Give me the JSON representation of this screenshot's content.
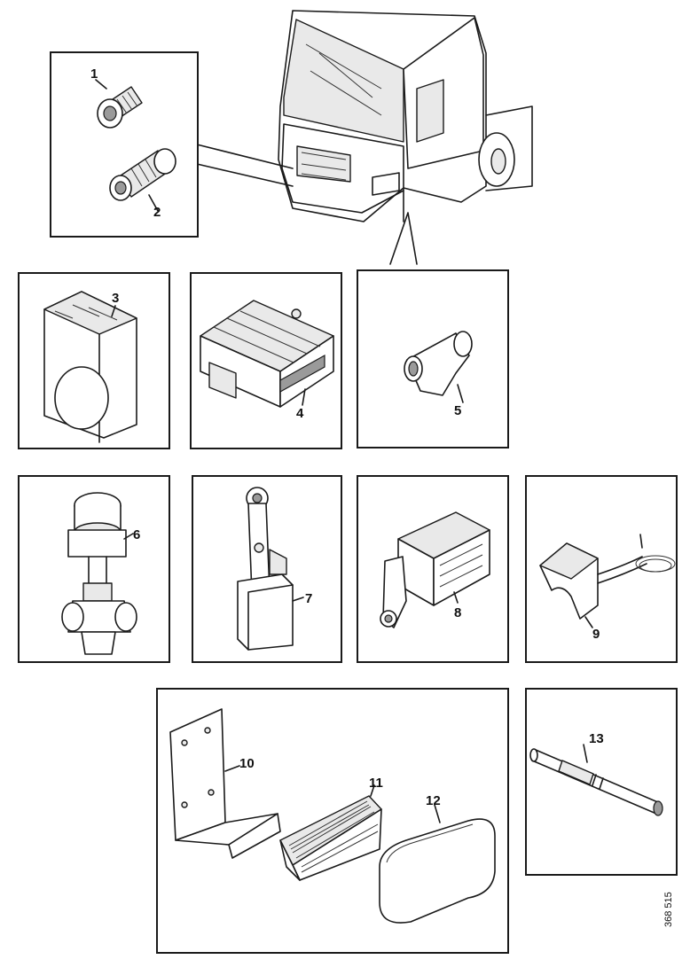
{
  "labels": {
    "p1": "1",
    "p2": "2",
    "p3": "3",
    "p4": "4",
    "p5": "5",
    "p6": "6",
    "p7": "7",
    "p8": "8",
    "p9": "9",
    "p10": "10",
    "p11": "11",
    "p12": "12",
    "p13": "13"
  },
  "document_id": "368 515"
}
